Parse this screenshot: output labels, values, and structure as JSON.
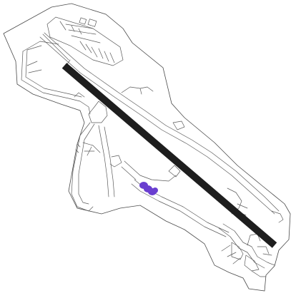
{
  "map": {
    "type": "airport-diagram",
    "colors": {
      "background": "#ffffff",
      "boundary": "#4a4a4a",
      "taxiway": "#5a5a5a",
      "runway": "#1e1e1e",
      "marker": "#6a3fd0"
    },
    "features": [
      {
        "name": "airport-boundary"
      },
      {
        "name": "main-runway"
      },
      {
        "name": "parallel-taxiway"
      },
      {
        "name": "hangar-row"
      },
      {
        "name": "terminal-apron"
      },
      {
        "name": "position-marker"
      }
    ]
  }
}
